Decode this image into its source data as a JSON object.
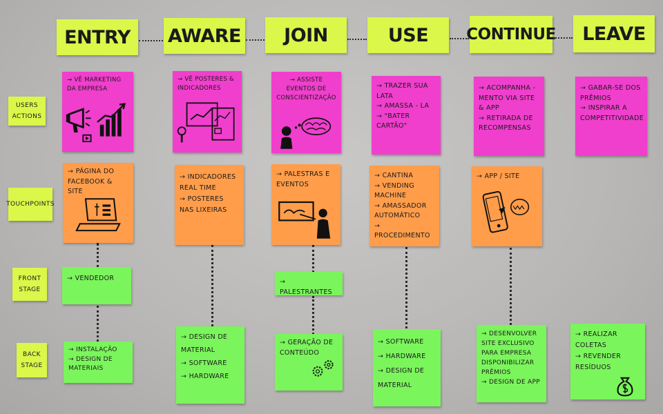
{
  "stages": [
    "ENTRY",
    "AWARE",
    "JOIN",
    "USE",
    "CONTINUE",
    "LEAVE"
  ],
  "rows": [
    "USERS ACTIONS",
    "TOUCHPOINTS",
    "FRONT STAGE",
    "BACK STAGE"
  ],
  "user_actions": {
    "entry": "→ Vê marketing da empresa",
    "aware": "→ Vê posteres & indicadores",
    "join": "→ Assiste eventos de conscientização",
    "use": "→ Trazer sua lata\n→ Amassa - la\n→ \"Bater cartão\"",
    "continue": "→ Acompanha - mento via site & app\n→ Retirada de recompensas",
    "leave": "→ Gabar-se dos prêmios\n→ Inspirar a competitividade"
  },
  "touchpoints": {
    "entry": "→ Página do Facebook & site",
    "aware": "→ Indicadores real time\n→ Posteres nas lixeiras",
    "join": "→ Palestras e eventos",
    "use": "→ Cantina\n→ Vending machine\n→ Amassador automático\n→ Procedimento",
    "continue": "→ App / site"
  },
  "front_stage": {
    "entry": "→ Vendedor",
    "join": "→ Palestrantes"
  },
  "back_stage": {
    "entry": "→ Instalação\n→ Design de materiais",
    "aware": "→ Design de material\n→ Software\n→ Hardware",
    "join": "→ Geração de conteúdo",
    "use": "→ Software\n→ Hardware\n→ Design de material",
    "continue": "→ Desenvolver site exclusivo para empresa disponibilizar prêmios\n→ Design de app",
    "leave": "→ Realizar coletas\n→ Revender resíduos"
  },
  "colors": {
    "pink": "#f03fcd",
    "orange": "#ff9d4b",
    "green": "#7bf55c",
    "yellow": "#daf74a",
    "background": "#bdbcba"
  },
  "sketch_icons": [
    "megaphone-icon",
    "growth-chart-icon",
    "posters-icon",
    "brain-icon",
    "laptop-icon",
    "presenter-icon",
    "phone-icon",
    "gears-icon",
    "money-bag-icon"
  ]
}
